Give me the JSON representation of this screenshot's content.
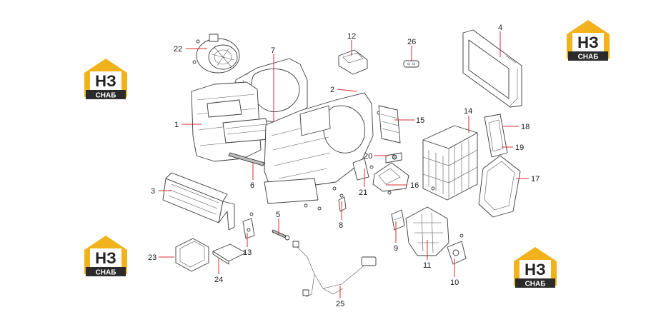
{
  "logo": {
    "main": "НЗ",
    "sub": "СНАБ",
    "accent": "#f2b21b",
    "dark": "#2b2b2b"
  },
  "callouts": [
    {
      "id": "1",
      "label": "1"
    },
    {
      "id": "2",
      "label": "2"
    },
    {
      "id": "3",
      "label": "3"
    },
    {
      "id": "4",
      "label": "4"
    },
    {
      "id": "5",
      "label": "5"
    },
    {
      "id": "6",
      "label": "6"
    },
    {
      "id": "7",
      "label": "7"
    },
    {
      "id": "8",
      "label": "8"
    },
    {
      "id": "9",
      "label": "9"
    },
    {
      "id": "10",
      "label": "10"
    },
    {
      "id": "11",
      "label": "11"
    },
    {
      "id": "12",
      "label": "12"
    },
    {
      "id": "13",
      "label": "13"
    },
    {
      "id": "14",
      "label": "14"
    },
    {
      "id": "15",
      "label": "15"
    },
    {
      "id": "16",
      "label": "16"
    },
    {
      "id": "17",
      "label": "17"
    },
    {
      "id": "18",
      "label": "18"
    },
    {
      "id": "19",
      "label": "19"
    },
    {
      "id": "20",
      "label": "20"
    },
    {
      "id": "21",
      "label": "21"
    },
    {
      "id": "22",
      "label": "22"
    },
    {
      "id": "23",
      "label": "23"
    },
    {
      "id": "24",
      "label": "24"
    },
    {
      "id": "25",
      "label": "25"
    },
    {
      "id": "26",
      "label": "26"
    }
  ],
  "colors": {
    "leader": "#d92b2b",
    "line": "#3a3a3a"
  }
}
